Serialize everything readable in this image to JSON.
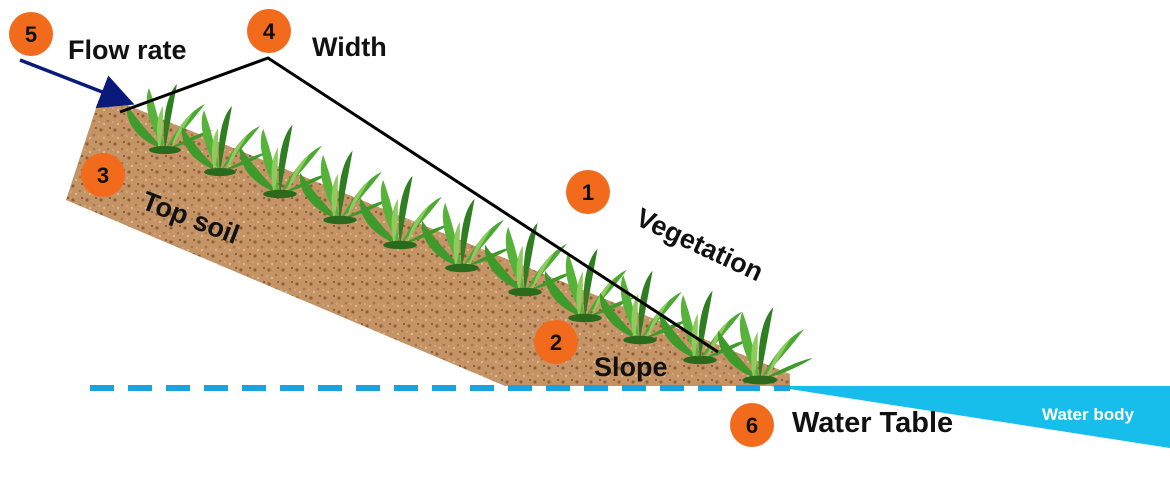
{
  "colors": {
    "badge": "#F26B1D",
    "soil": "#C49467",
    "soil_dark": "#8E6238",
    "water": "#18BEEB",
    "water_table_line": "#1AA3DF",
    "arrow": "#0A1A7A",
    "vegetation": "#3E9A2A",
    "vegetation_light": "#8CCB5C"
  },
  "badges": {
    "b1": "1",
    "b2": "2",
    "b3": "3",
    "b4": "4",
    "b5": "5",
    "b6": "6"
  },
  "labels": {
    "flow_rate": "Flow rate",
    "width": "Width",
    "top_soil": "Top soil",
    "vegetation": "Vegetation",
    "slope": "Slope",
    "water_table": "Water Table",
    "water_body": "Water body"
  }
}
